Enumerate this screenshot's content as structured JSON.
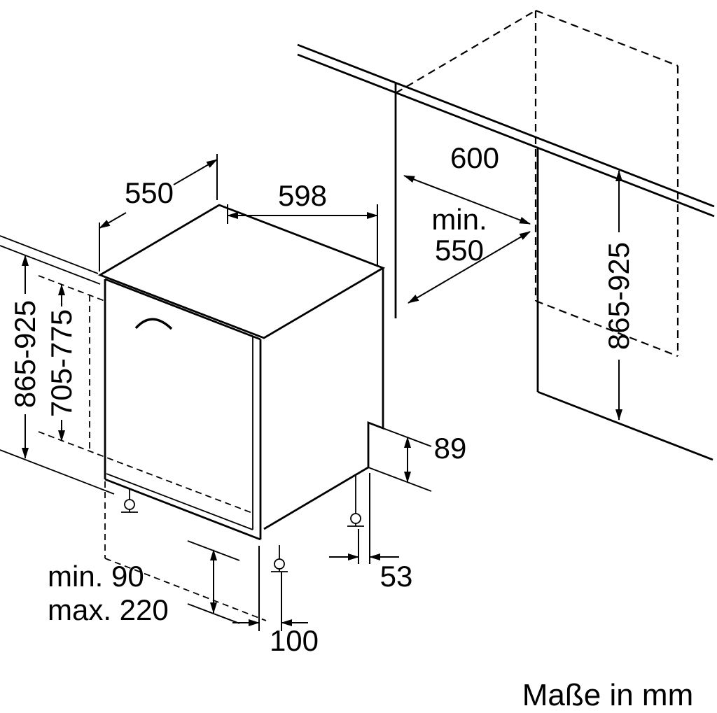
{
  "drawing": {
    "dims": {
      "top_depth": "550",
      "top_width": "598",
      "niche_width": "600",
      "niche_depth_l1": "min.",
      "niche_depth_l2": "550",
      "appliance_height": "865-925",
      "front_panel_height": "705-775",
      "niche_height": "865-925",
      "rear_recess_height": "89",
      "rear_foot_offset": "53",
      "front_foot_offset": "100",
      "plinth_min": "min. 90",
      "plinth_max": "max. 220"
    },
    "note": "Maße in mm"
  }
}
